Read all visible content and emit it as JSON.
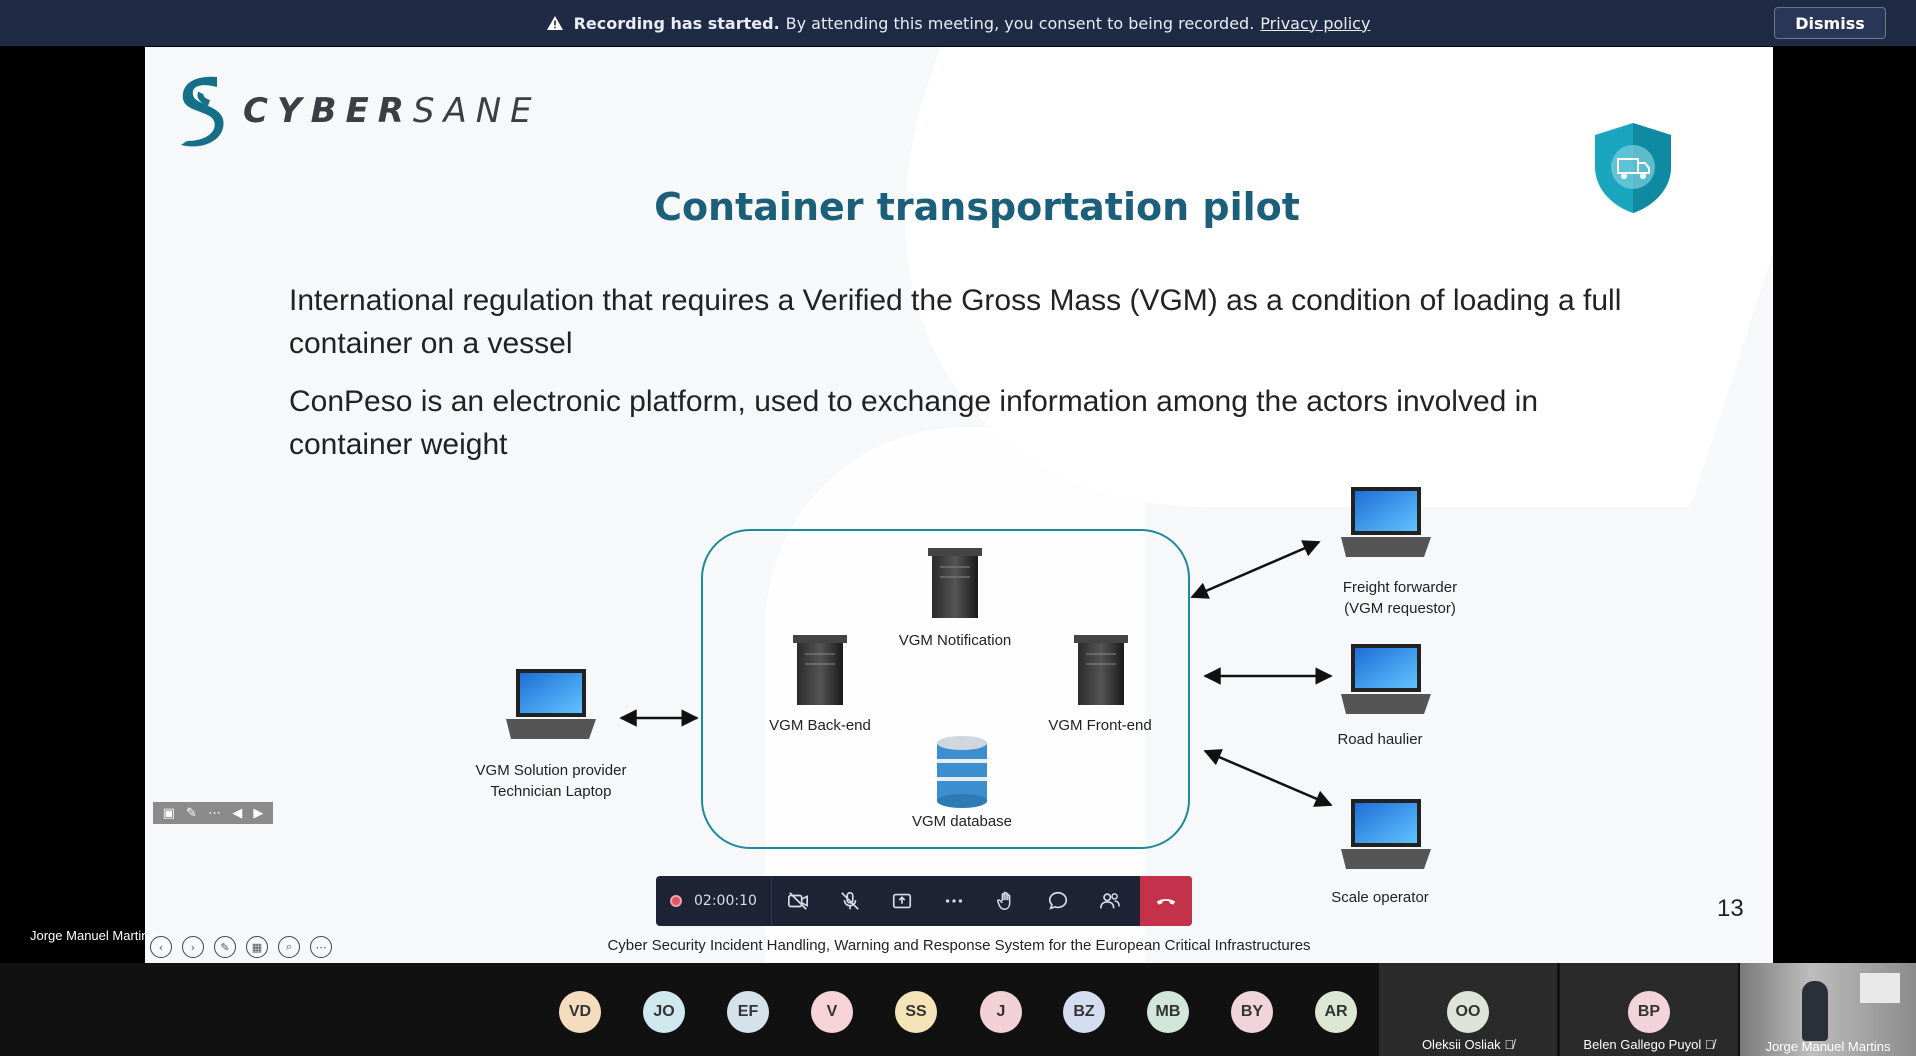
{
  "banner": {
    "title": "Recording has started.",
    "message": "By attending this meeting, you consent to being recorded.",
    "link": "Privacy policy",
    "dismiss": "Dismiss"
  },
  "slide": {
    "logo_text_bold": "CYBER",
    "logo_text_light": "SANE",
    "title": "Container transportation pilot",
    "paragraph1": "International regulation that requires a Verified the Gross Mass (VGM) as a condition of loading a full container on a vessel",
    "paragraph2": "ConPeso is an electronic platform, used to exchange information among the actors involved in container weight",
    "number": "13",
    "footer": "Cyber Security Incident Handling, Warning and Response System for the European Critical Infrastructures",
    "diagram": {
      "notification": "VGM Notification",
      "backend": "VGM Back-end",
      "frontend": "VGM Front-end",
      "database": "VGM database",
      "provider_line1": "VGM Solution provider",
      "provider_line2": "Technician Laptop",
      "forwarder_line1": "Freight forwarder",
      "forwarder_line2": "(VGM requestor)",
      "haulier": "Road haulier",
      "scale": "Scale operator"
    }
  },
  "speaker": "Jorge Manuel Martins",
  "controls": {
    "timer": "02:00:10"
  },
  "participants": [
    {
      "initials": "VD",
      "color": "#f6dcbf"
    },
    {
      "initials": "JO",
      "color": "#cfe8ee"
    },
    {
      "initials": "EF",
      "color": "#d6e2ea"
    },
    {
      "initials": "V",
      "color": "#f6d3d6"
    },
    {
      "initials": "SS",
      "color": "#f4e3b6"
    },
    {
      "initials": "J",
      "color": "#f2d1d6"
    },
    {
      "initials": "BZ",
      "color": "#d3ddef"
    },
    {
      "initials": "MB",
      "color": "#d1e6d9"
    },
    {
      "initials": "BY",
      "color": "#f0d4dc"
    },
    {
      "initials": "AR",
      "color": "#dce7d3"
    }
  ],
  "tiles": [
    {
      "initials": "OO",
      "name": "Oleksii Osliak",
      "color": "#dde4d7"
    },
    {
      "initials": "BP",
      "name": "Belen Gallego Puyol",
      "color": "#f2d3dc"
    }
  ],
  "video_tile_name": "Jorge Manuel Martins"
}
